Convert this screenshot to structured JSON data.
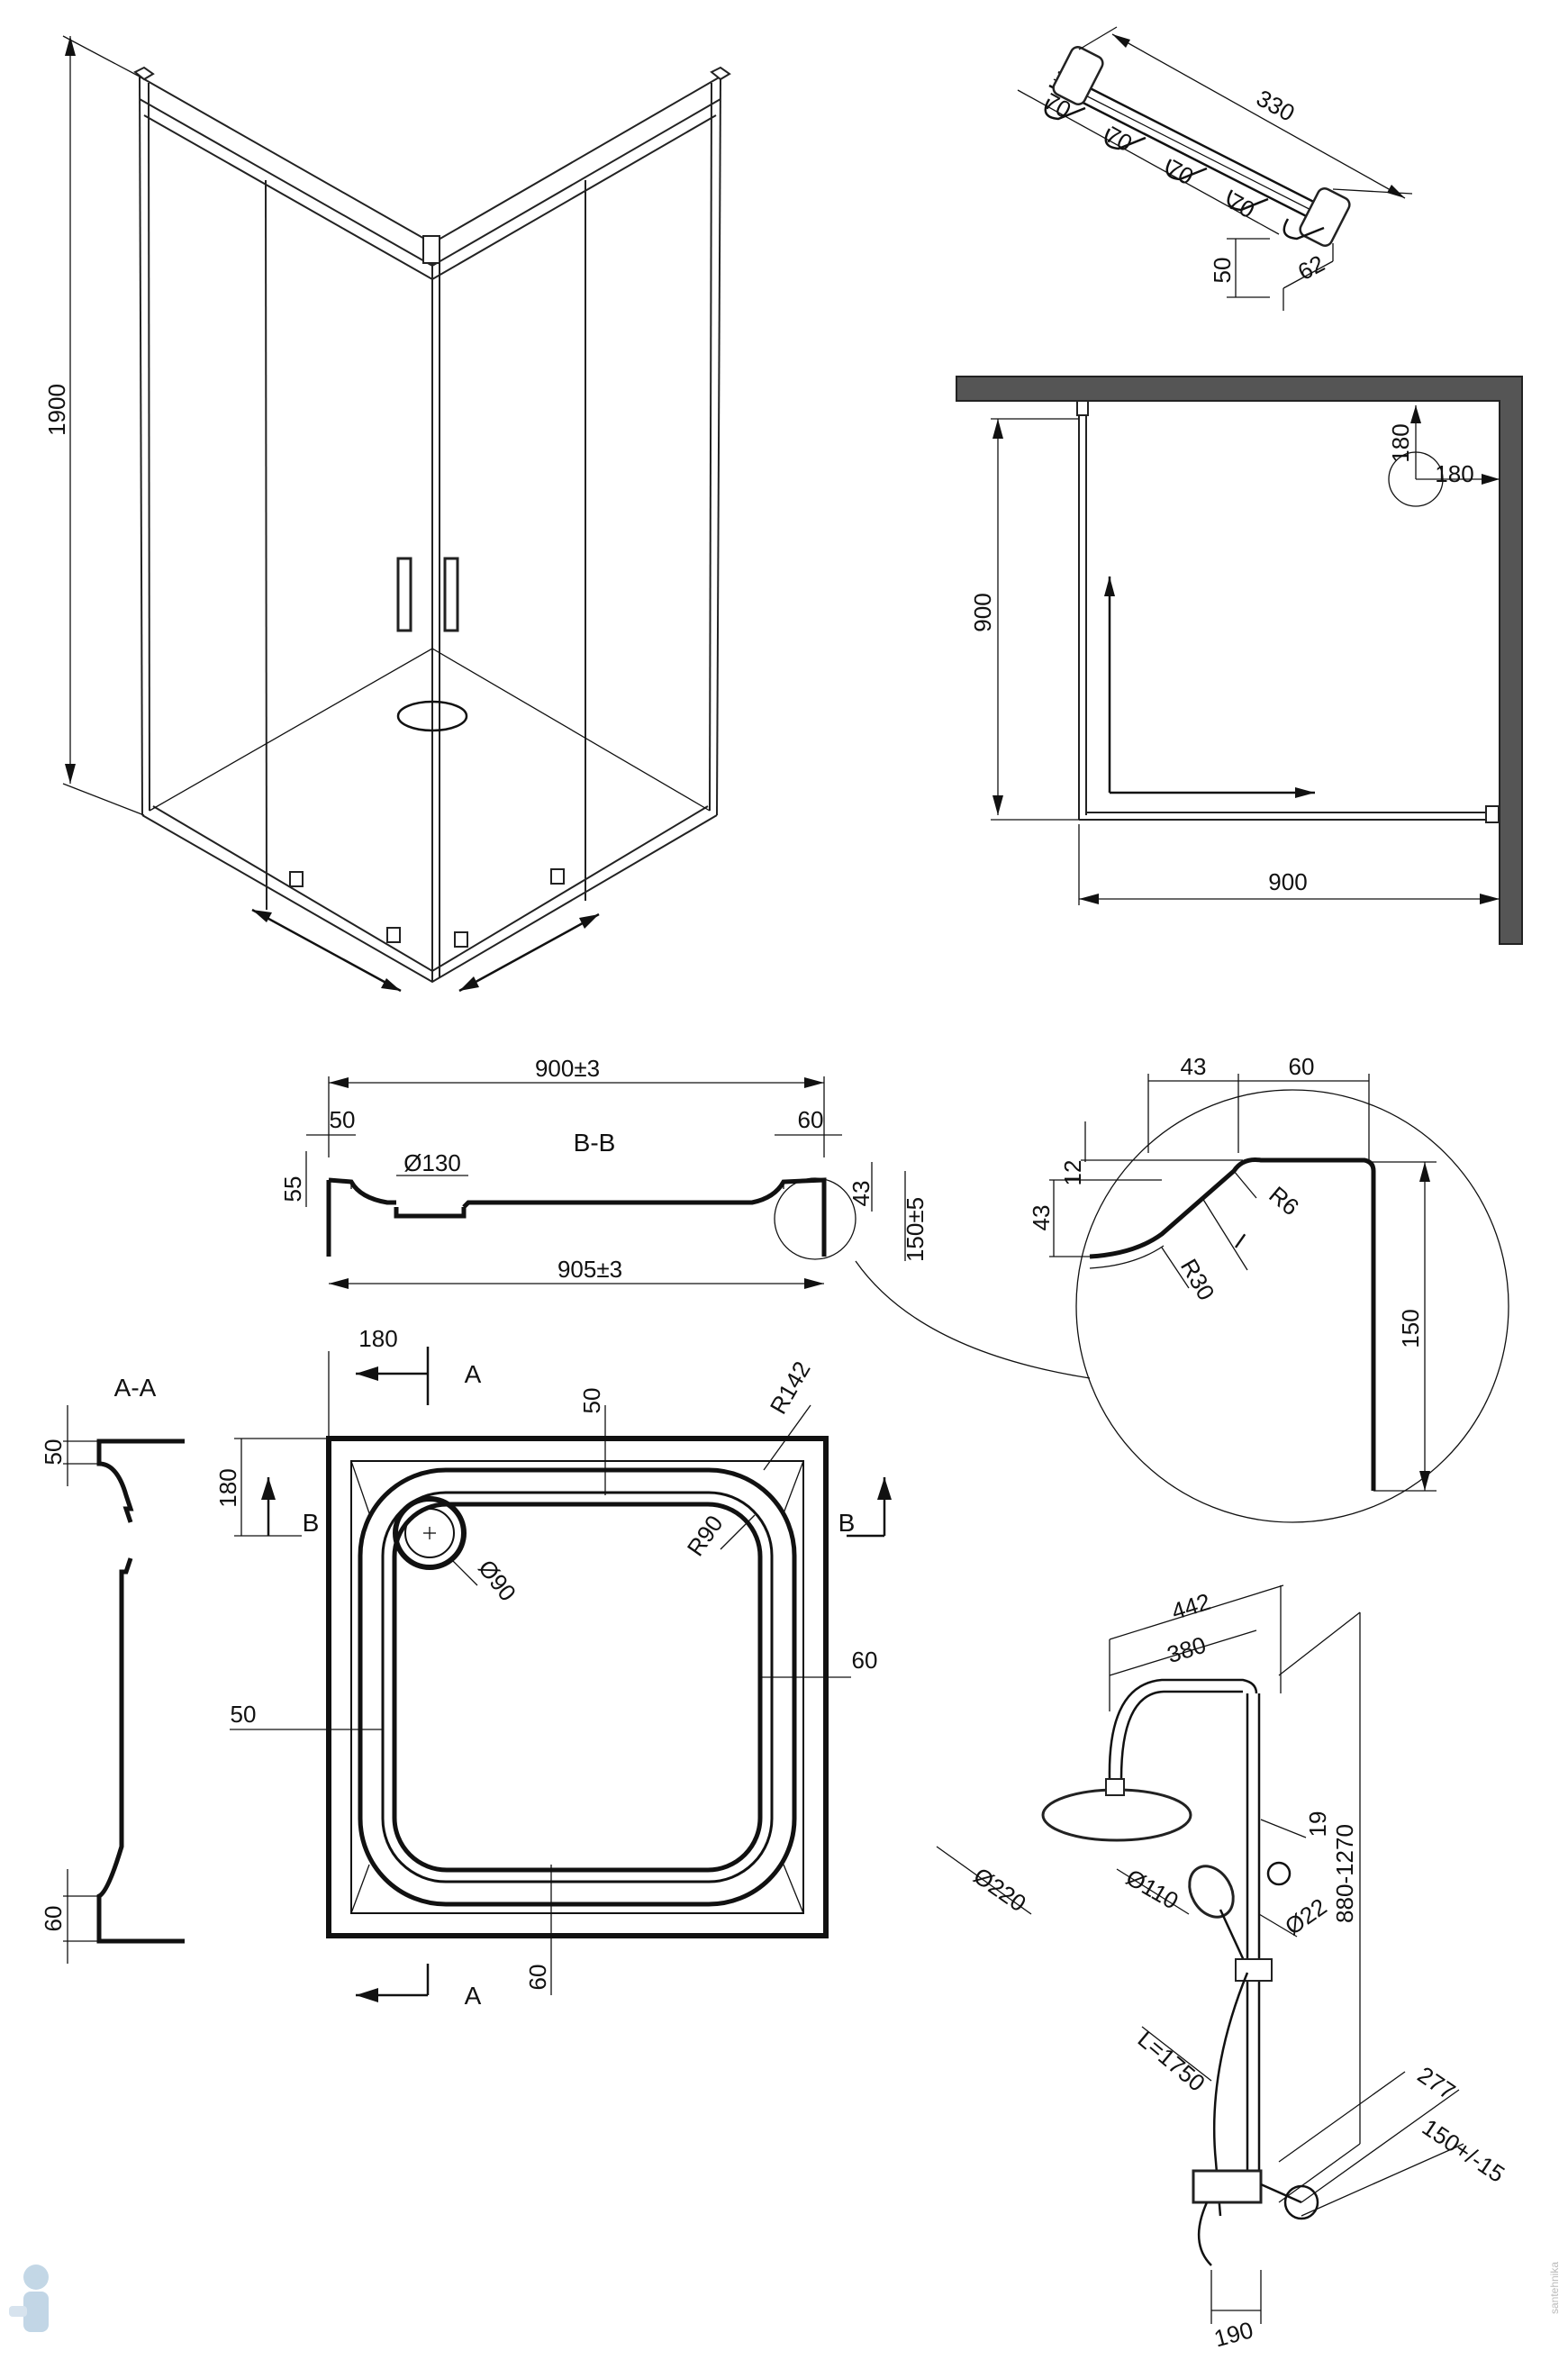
{
  "enclosure": {
    "height_label": "1900"
  },
  "hooks": {
    "total": "330",
    "spacings": [
      "70",
      "70",
      "70",
      "70"
    ],
    "height": "50",
    "depth": "62"
  },
  "plan": {
    "depth": "900",
    "width": "900",
    "corner_r1": "180",
    "corner_r2": "180"
  },
  "section_bb": {
    "title": "B-B",
    "top_width": "900±3",
    "bottom_width": "905±3",
    "left_rim": "50",
    "right_rim": "60",
    "left_height": "55",
    "drain": "Ø130",
    "rim_height": "43",
    "total_height": "150±5"
  },
  "detail": {
    "d43a": "43",
    "d60": "60",
    "d12": "12",
    "d43b": "43",
    "r6": "R6",
    "mark": "I",
    "r30": "R30",
    "d150": "150"
  },
  "section_aa": {
    "title": "A-A",
    "top": "50",
    "bottom": "60"
  },
  "tray_plan": {
    "cut_a_top": "A",
    "cut_a_bottom": "A",
    "cut_b_left": "B",
    "cut_b_right": "B",
    "d180_top": "180",
    "d180_side": "180",
    "d50_top": "50",
    "r142": "R142",
    "r90": "R90",
    "drain": "Ø90",
    "d60_right": "60",
    "d50_left": "50",
    "d60_bottom": "60"
  },
  "shower": {
    "d442": "442",
    "d380": "380",
    "d19": "19",
    "d880": "880-1270",
    "d220": "Ø220",
    "d110": "Ø110",
    "d22": "Ø22",
    "hose": "L=1750",
    "d277": "277",
    "d150": "150+/-15",
    "d190": "190"
  },
  "watermark": {
    "text": "santehnika"
  }
}
